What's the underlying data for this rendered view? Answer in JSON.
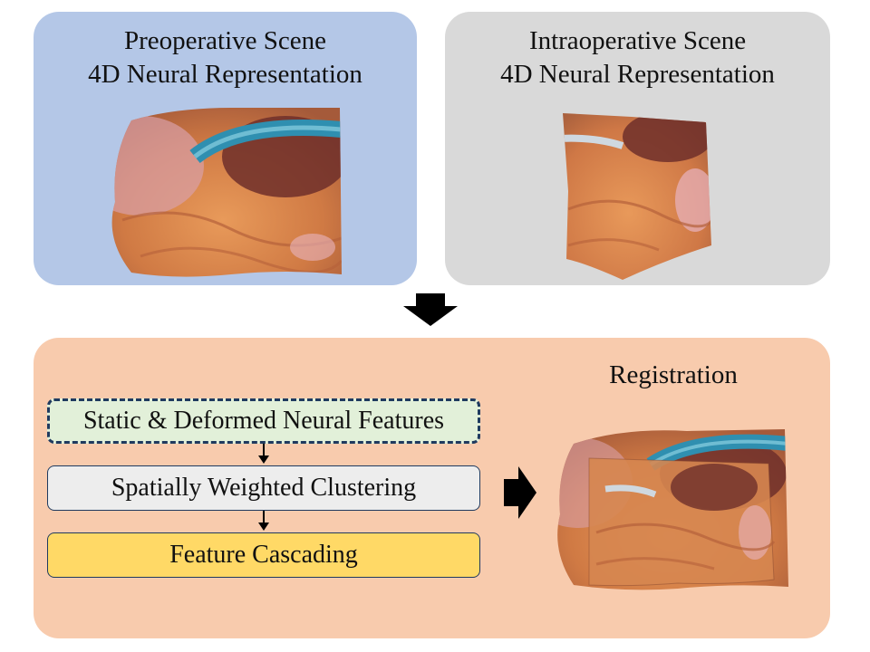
{
  "preoperative": {
    "title_line1": "Preoperative Scene",
    "title_line2": "4D Neural Representation"
  },
  "intraoperative": {
    "title_line1": "Intraoperative Scene",
    "title_line2": "4D Neural Representation"
  },
  "registration": {
    "title": "Registration"
  },
  "pipeline": {
    "step1": "Static & Deformed Neural Features",
    "step2": "Spatially Weighted Clustering",
    "step3": "Feature Cascading"
  },
  "colors": {
    "preoperative_panel": "#b4c7e7",
    "intraoperative_panel": "#d9d9d9",
    "registration_panel": "#f8cbad",
    "step1_fill": "#e2f0d9",
    "step2_fill": "#ededed",
    "step3_fill": "#ffd966",
    "tissue": "#d9834a",
    "tool_blue": "#2f8fb0"
  }
}
